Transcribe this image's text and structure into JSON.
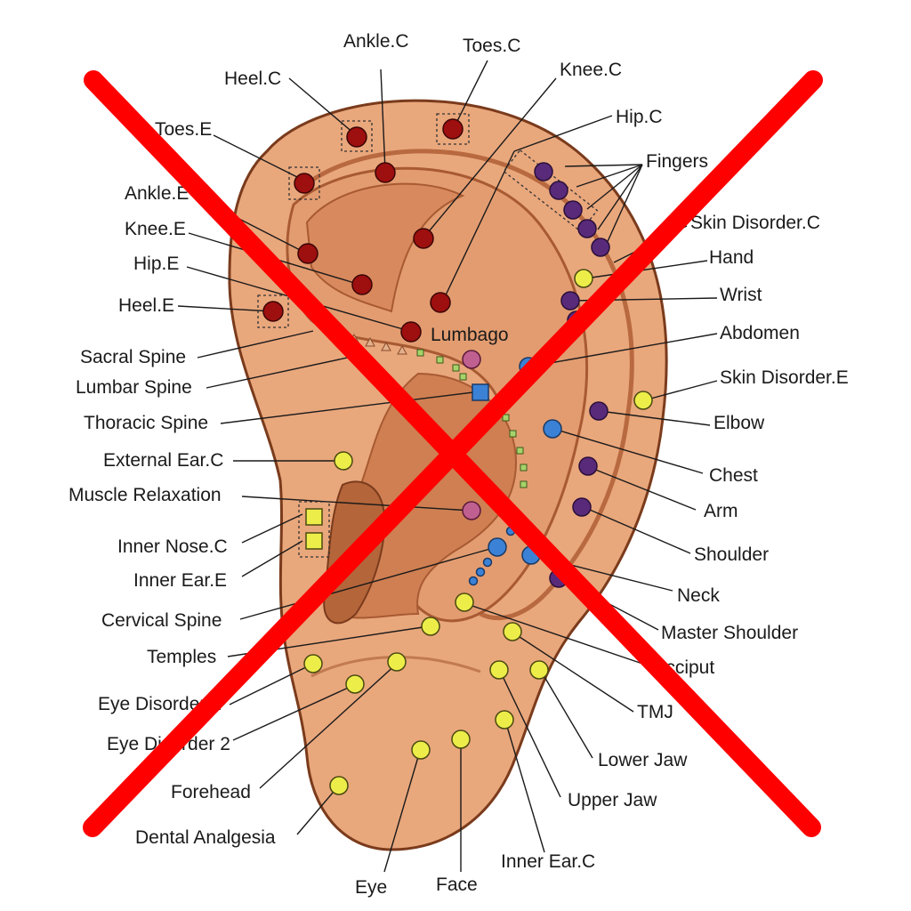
{
  "colors": {
    "skin": "#e9a77c",
    "skin_dark": "#b8693f",
    "skin_deep": "#d48a5f",
    "outline": "#7a3b1c",
    "red_point": "#9e0f0f",
    "purple_point": "#5a2a7a",
    "yellow_point": "#eded4a",
    "blue_point": "#3b82d6",
    "pink_point": "#c06090",
    "green_point": "#a6d36a",
    "cross": "#ff0000"
  },
  "labels": {
    "ankle_c": "Ankle.C",
    "toes_c": "Toes.C",
    "heel_c": "Heel.C",
    "knee_c": "Knee.C",
    "hip_c": "Hip.C",
    "toes_e": "Toes.E",
    "fingers": "Fingers",
    "ankle_e": "Ankle.E",
    "skin_disorder_c": "Skin Disorder.C",
    "knee_e": "Knee.E",
    "hand": "Hand",
    "hip_e": "Hip.E",
    "wrist": "Wrist",
    "heel_e": "Heel.E",
    "lumbago": "Lumbago",
    "abdomen": "Abdomen",
    "sacral_spine": "Sacral Spine",
    "skin_disorder_e": "Skin Disorder.E",
    "lumbar_spine": "Lumbar Spine",
    "thoracic_spine": "Thoracic Spine",
    "elbow": "Elbow",
    "external_ear_c": "External Ear.C",
    "chest": "Chest",
    "muscle_relaxation": "Muscle Relaxation",
    "arm": "Arm",
    "inner_nose_c": "Inner Nose.C",
    "shoulder": "Shoulder",
    "inner_ear_e": "Inner Ear.E",
    "neck": "Neck",
    "cervical_spine": "Cervical Spine",
    "master_shoulder": "Master Shoulder",
    "temples": "Temples",
    "occiput": "Occiput",
    "eye_disorder_1": "Eye Disorder 1",
    "tmj": "TMJ",
    "eye_disorder_2": "Eye Disorder 2",
    "lower_jaw": "Lower Jaw",
    "forehead": "Forehead",
    "upper_jaw": "Upper Jaw",
    "dental_analgesia": "Dental Analgesia",
    "inner_ear_c": "Inner Ear.C",
    "eye": "Eye",
    "face": "Face"
  }
}
